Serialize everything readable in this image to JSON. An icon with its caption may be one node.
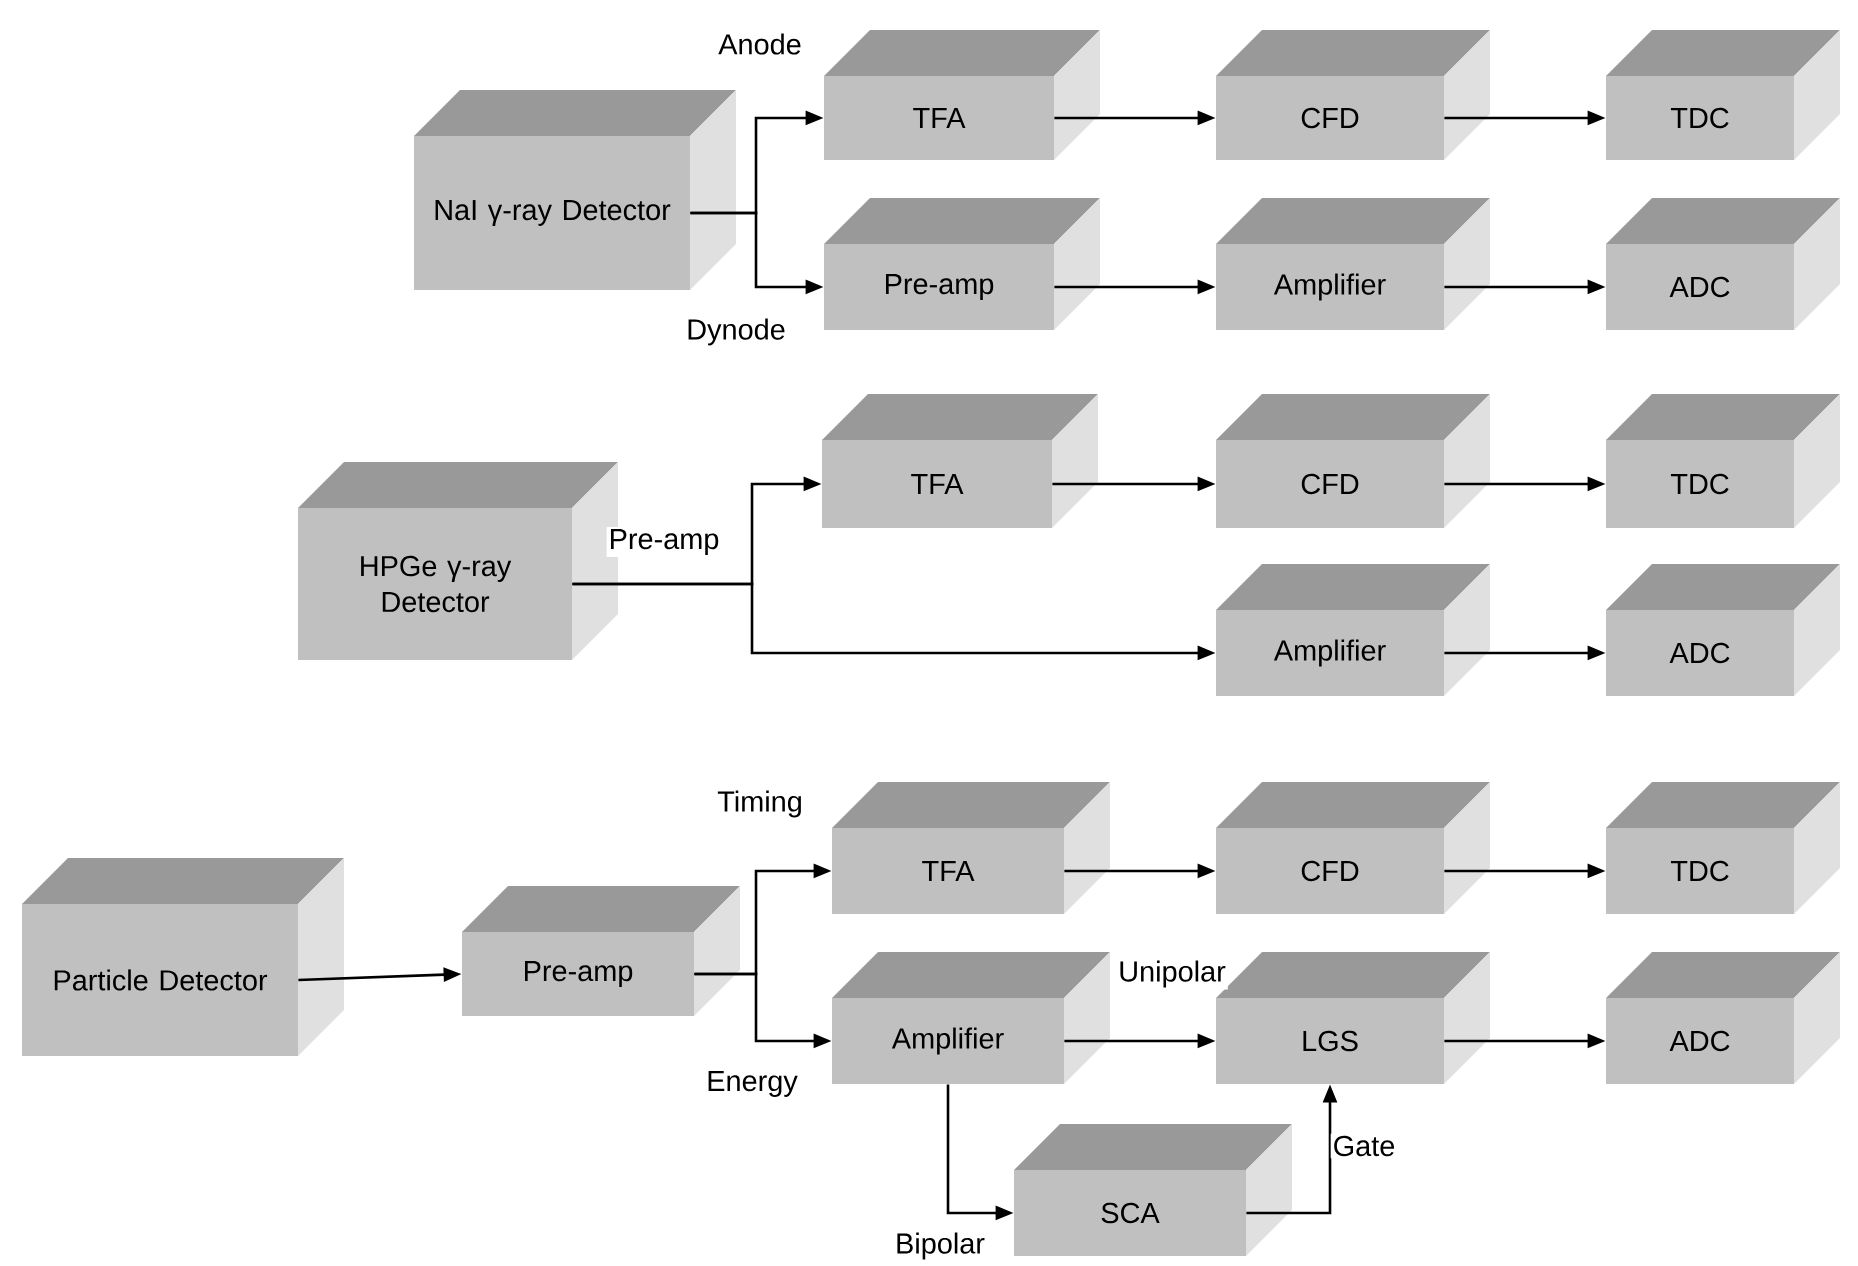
{
  "diagram": {
    "nodes": [
      {
        "text": [
          "NaI γ-ray Detector"
        ]
      },
      {
        "text": [
          "TFA"
        ]
      },
      {
        "text": [
          "CFD"
        ]
      },
      {
        "text": [
          "TDC"
        ]
      },
      {
        "text": [
          "Pre-amp"
        ]
      },
      {
        "text": [
          "Amplifier"
        ]
      },
      {
        "text": [
          "ADC"
        ]
      },
      {
        "text": [
          "HPGe γ-ray Detector"
        ]
      },
      {
        "text": [
          "TFA"
        ]
      },
      {
        "text": [
          "CFD"
        ]
      },
      {
        "text": [
          "TDC"
        ]
      },
      {
        "text": [
          "Amplifier"
        ]
      },
      {
        "text": [
          "ADC"
        ]
      },
      {
        "text": [
          "Particle Detector"
        ]
      },
      {
        "text": [
          "Pre-amp"
        ]
      },
      {
        "text": [
          "TFA"
        ]
      },
      {
        "text": [
          "CFD"
        ]
      },
      {
        "text": [
          "TDC"
        ]
      },
      {
        "text": [
          "Amplifier"
        ]
      },
      {
        "text": [
          "LGS"
        ]
      },
      {
        "text": [
          "ADC"
        ]
      },
      {
        "text": [
          "SCA"
        ]
      }
    ],
    "edges": [
      {
        "from": 0,
        "to": 1,
        "arrow": "to",
        "label": "Anode"
      },
      {
        "from": 0,
        "to": 4,
        "arrow": "to",
        "label": "Dynode"
      },
      {
        "from": 1,
        "to": 2,
        "arrow": "to"
      },
      {
        "from": 2,
        "to": 3,
        "arrow": "to"
      },
      {
        "from": 4,
        "to": 5,
        "arrow": "to"
      },
      {
        "from": 5,
        "to": 6,
        "arrow": "to"
      },
      {
        "from": 7,
        "to": 8,
        "arrow": "to"
      },
      {
        "from": 7,
        "to": 11,
        "arrow": "to"
      },
      {
        "from": 8,
        "to": 9,
        "arrow": "to"
      },
      {
        "from": 9,
        "to": 10,
        "arrow": "to"
      },
      {
        "from": 11,
        "to": 12,
        "arrow": "to"
      },
      {
        "from": 13,
        "to": 14,
        "arrow": "to"
      },
      {
        "from": 14,
        "to": 15,
        "arrow": "to",
        "label": "Timing"
      },
      {
        "from": 14,
        "to": 18,
        "arrow": "to",
        "label": "Energy"
      },
      {
        "from": 15,
        "to": 16,
        "arrow": "to"
      },
      {
        "from": 16,
        "to": 17,
        "arrow": "to"
      },
      {
        "from": 18,
        "to": 19,
        "arrow": "to",
        "label": "Unipolar"
      },
      {
        "from": 19,
        "to": 20,
        "arrow": "to"
      },
      {
        "from": 18,
        "to": 21,
        "arrow": "to",
        "label": "Bipolar"
      },
      {
        "from": 21,
        "to": 19,
        "arrow": "to",
        "label": "Gate"
      }
    ],
    "labels": [
      "Pre-amp"
    ]
  }
}
